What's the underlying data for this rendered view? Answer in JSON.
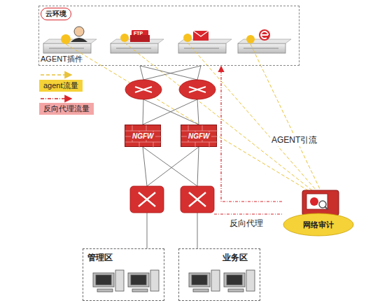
{
  "diagram": {
    "nodes": [
      {
        "text": [
          "云环境"
        ]
      },
      {
        "text": [
          "NGFW"
        ]
      },
      {
        "text": [
          "NGFW"
        ]
      },
      {
        "text": [
          "管理区"
        ]
      },
      {
        "text": [
          "业务区"
        ]
      },
      {
        "text": [
          "网络审计"
        ]
      }
    ],
    "edges": [
      {
        "from": 5,
        "to": 0,
        "arrow": "to"
      }
    ],
    "labels": [
      "AGENT插件",
      "FTP",
      "AGENT引流",
      "反向代理"
    ],
    "legend": [
      {
        "text": "agent流量"
      },
      {
        "text": "反向代理流量"
      }
    ]
  }
}
